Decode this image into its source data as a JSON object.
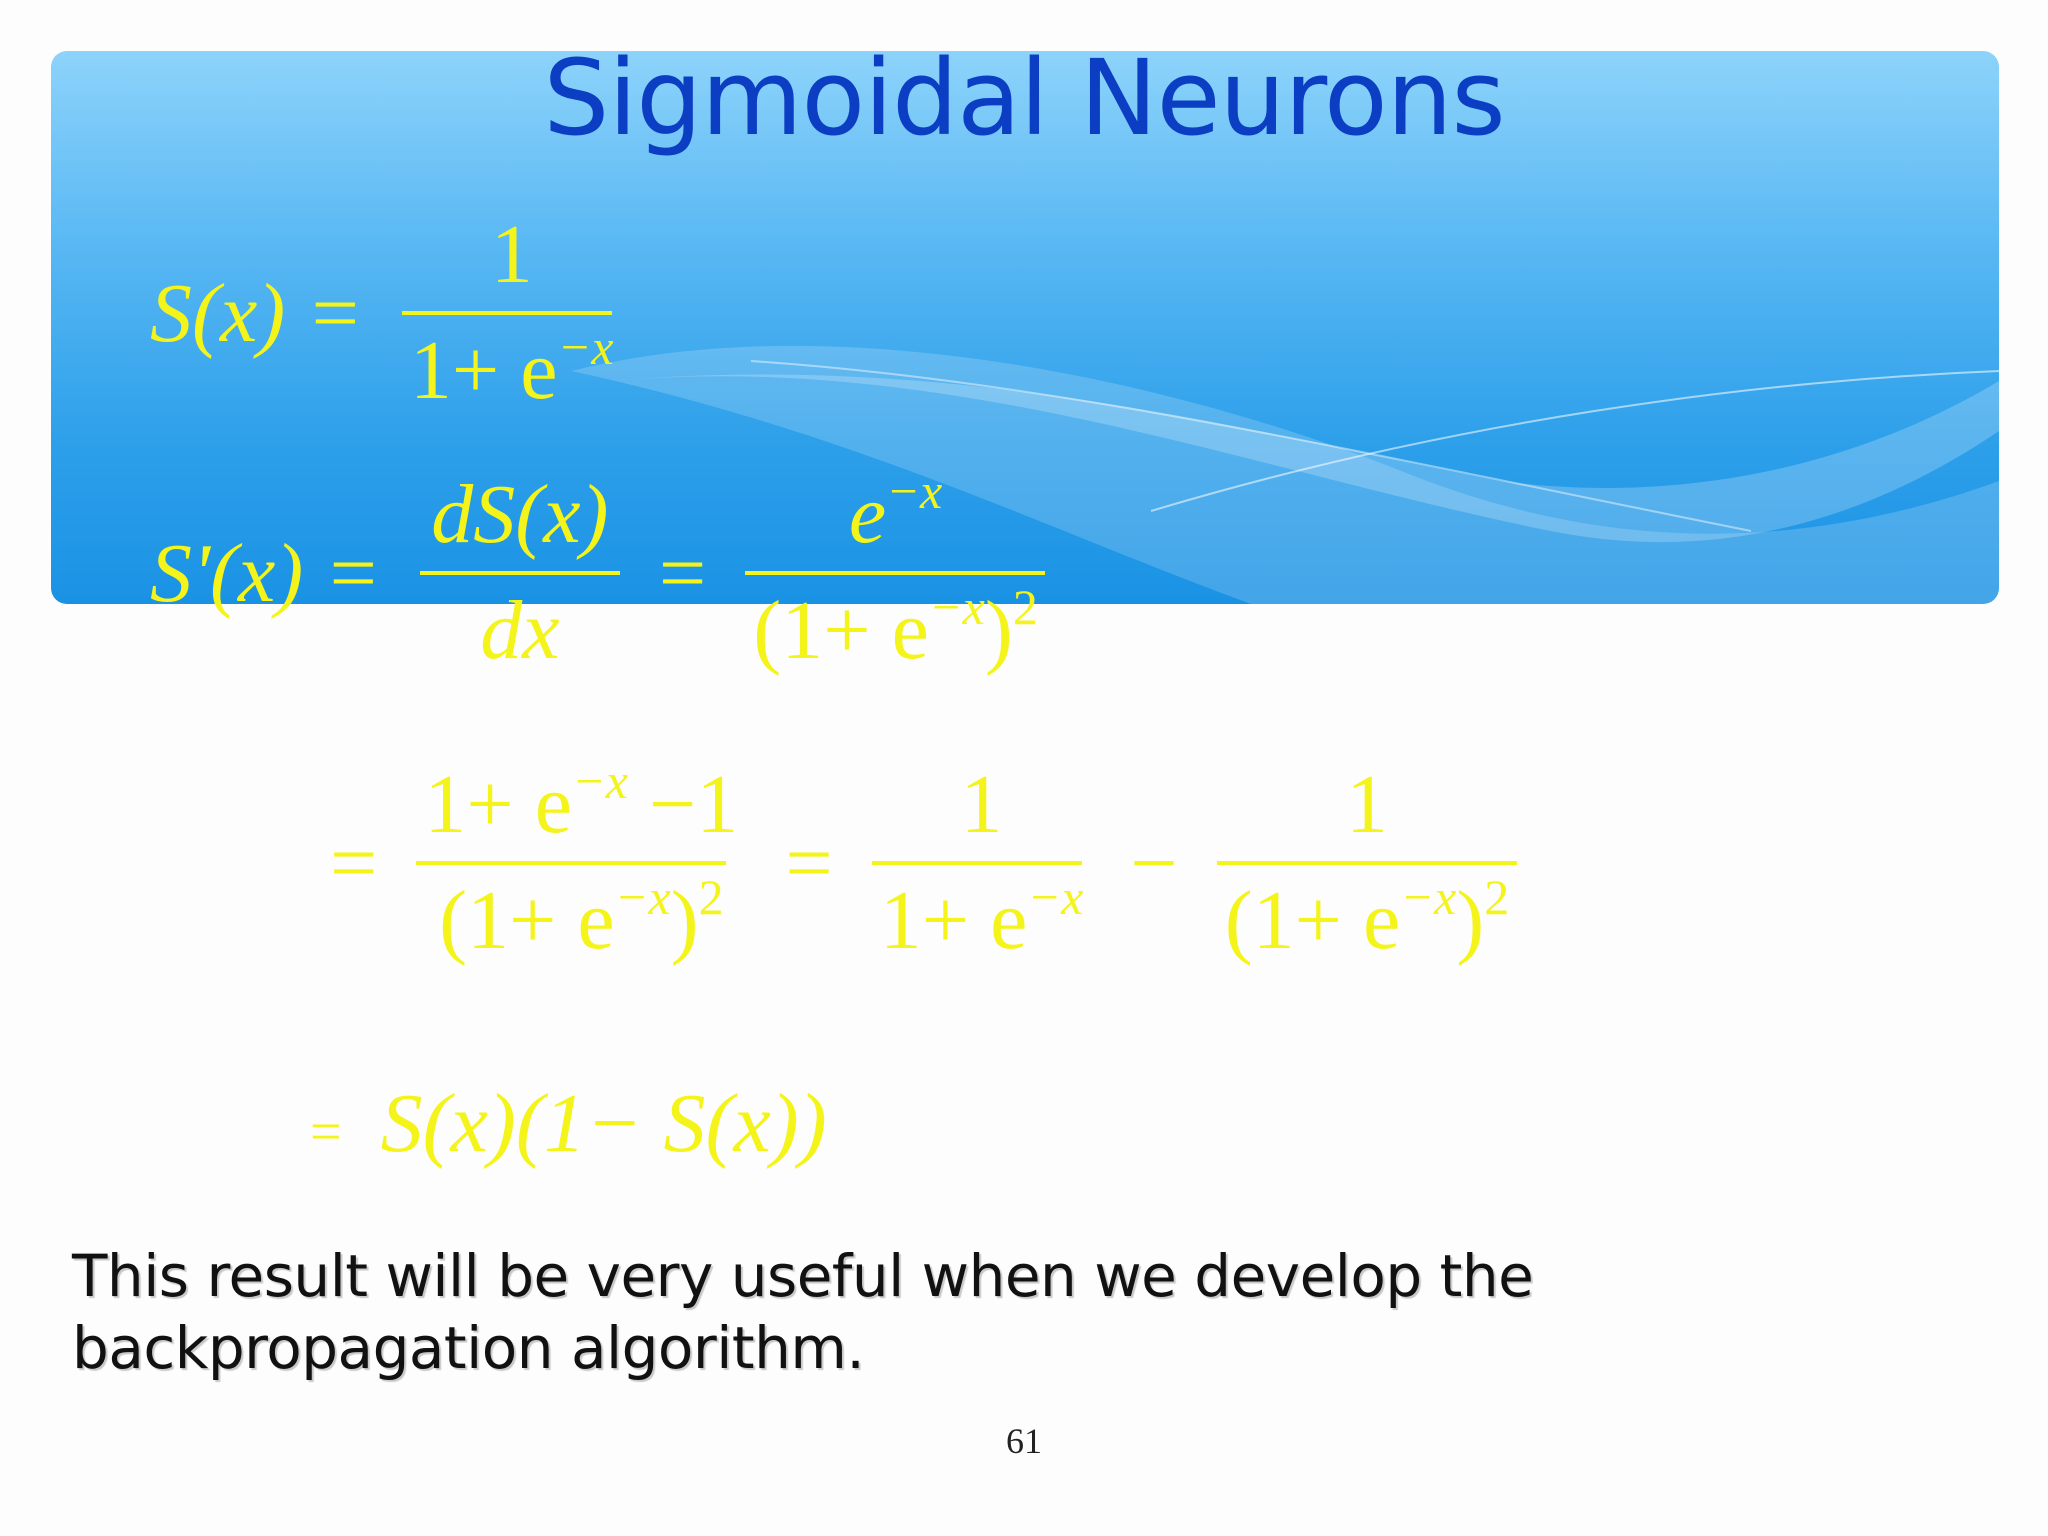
{
  "slide": {
    "title": "Sigmoidal Neurons",
    "note": "This result will be very useful when we develop the backpropagation algorithm.",
    "page_number": "61"
  },
  "equations": {
    "eq1": {
      "lhs": "S(x) =",
      "num": "1",
      "den_base": "1+ e",
      "den_exp": "−x"
    },
    "eq2": {
      "lhs": "S'(x) =",
      "frac1_num": "dS(x)",
      "frac1_den": "dx",
      "eq": "=",
      "frac2_num_base": "e",
      "frac2_num_exp": "−x",
      "frac2_den_base": "(1+ e",
      "frac2_den_exp": "−x",
      "frac2_den_close": ")",
      "frac2_den_pow": "2"
    },
    "eq3": {
      "lead": "=",
      "f1_num_a": "1+ e",
      "f1_num_exp": "−x",
      "f1_num_b": " −1",
      "f1_den_base": "(1+ e",
      "f1_den_exp": "−x",
      "f1_den_close": ")",
      "f1_den_pow": "2",
      "eq": "=",
      "f2_num": "1",
      "f2_den_base": "1+ e",
      "f2_den_exp": "−x",
      "minus": "−",
      "f3_num": "1",
      "f3_den_base": "(1+ e",
      "f3_den_exp": "−x",
      "f3_den_close": ")",
      "f3_den_pow": "2"
    },
    "eq4": {
      "lead": "=",
      "rhs": "S(x)(1− S(x))"
    }
  },
  "colors": {
    "title": "#0b3ec2",
    "math": "#f4f41a",
    "banner_top": "#8dd3fb",
    "banner_bottom": "#1a92e4"
  }
}
